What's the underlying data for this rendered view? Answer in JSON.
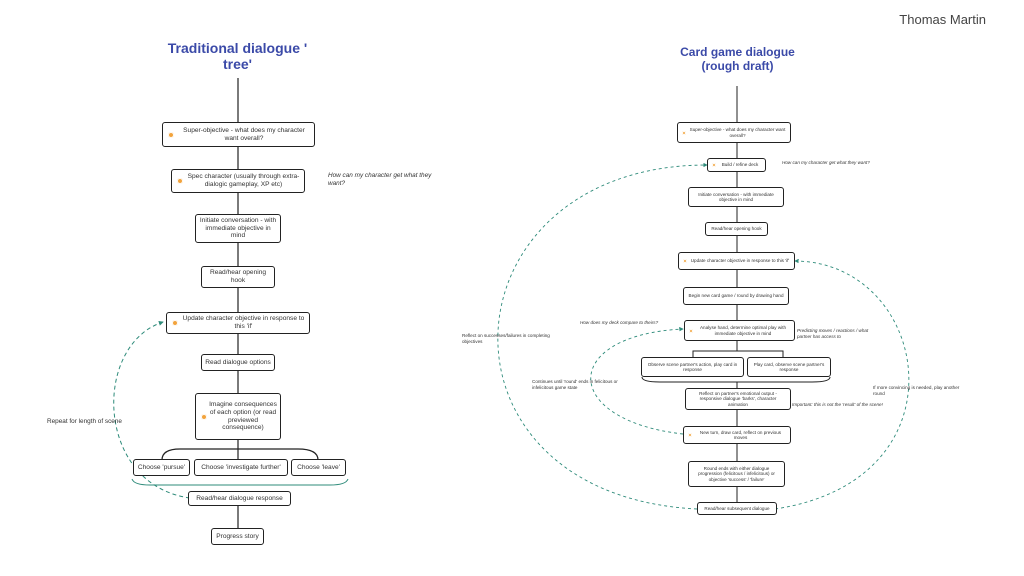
{
  "author": "Thomas Martin",
  "left": {
    "title": "Traditional dialogue ' tree'",
    "nodes": {
      "super_objective": "Super-objective - what does my character want overall?",
      "spec_character": "Spec character (usually through extra-dialogic gameplay, XP etc)",
      "initiate": "Initiate conversation - with immediate objective in mind",
      "opening_hook": "Read/hear opening hook",
      "update_objective": "Update character objective in response to this 'if'",
      "read_options": "Read dialogue options",
      "imagine": "Imagine consequences of each option (or read previewed consequence)",
      "choose_pursue": "Choose 'pursue'",
      "choose_investigate": "Choose 'investigate further'",
      "choose_leave": "Choose 'leave'",
      "read_response": "Read/hear dialogue response",
      "progress_story": "Progress story"
    },
    "notes": {
      "how_get": "How can my character get what they want?",
      "repeat": "Repeat for length of scene"
    }
  },
  "right": {
    "title": "Card game dialogue (rough draft)",
    "nodes": {
      "super_objective": "Super-objective - what does my character want overall?",
      "build_deck": "Build / refine deck",
      "initiate": "Initiate conversation - with immediate objective in mind",
      "opening_hook": "Read/hear opening hook",
      "update_objective": "Update character objective in response to this 'if'",
      "begin_round": "Begin new card game / round by drawing hand",
      "analyse_hand": "Analyse hand, determine optimal play with immediate objective in mind",
      "observe_partner": "Observe scene partner's action, play card in response",
      "play_card": "Play card, observe scene partner's response",
      "reflect_output": "Reflect on partner's emotional output - responsive dialogue 'barks', character animation",
      "new_turn": "New turn, draw card, reflect on previous moves",
      "round_ends": "Round ends with either dialogue progression (felicitous / infelicitous) or objective 'success' / 'failure'",
      "subsequent": "Read/hear subsequent dialogue"
    },
    "notes": {
      "how_get": "How can my character get what they want?",
      "deck_compare": "How does my deck compare to theirs?",
      "predicting": "Predicting moves / reactions / what partner has access to",
      "reflect_success": "Reflect on successes/failures in completing objectives",
      "continues": "Continues until 'round' ends in felicitous or infelicitous game state",
      "important": "Important: this is not the 'result' of the scene!",
      "more_convincing": "If more convincing is needed, play another round"
    }
  },
  "colors": {
    "title": "#3b4aa8",
    "loop": "#2e8b7a",
    "badge": "#f2a33c",
    "line": "#222222"
  }
}
